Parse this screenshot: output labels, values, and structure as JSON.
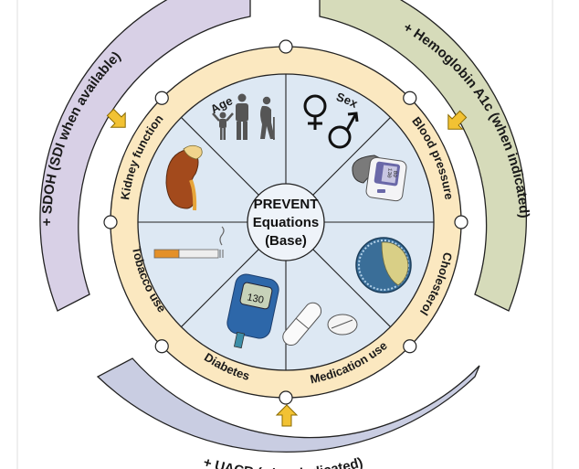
{
  "diagram": {
    "center": {
      "lines": [
        "PREVENT",
        "Equations",
        "(Base)"
      ]
    },
    "inner_ring_labels": [
      "Age",
      "Sex",
      "Blood pressure",
      "Cholesterol",
      "Medication use",
      "Diabetes",
      "Tobacco use",
      "Kidney function"
    ],
    "outer_extensions": [
      {
        "label": "+ SDOH (SDI when available)",
        "color": "#d8d0e6"
      },
      {
        "label": "+ Hemoglobin A1c (when indicated)",
        "color": "#d6dbba"
      },
      {
        "label": "+ UACR (when indicated)",
        "color": "#c9cde2"
      }
    ],
    "icons": {
      "age": "people-age-icon",
      "sex": "gender-symbols-icon",
      "blood_pressure": "bp-monitor-icon",
      "cholesterol": "lipoprotein-icon",
      "medication": "pills-icon",
      "diabetes": "glucose-meter-icon",
      "tobacco": "cigarette-icon",
      "kidney": "kidney-icon"
    },
    "readouts": {
      "bp_systolic": "130",
      "bp_diastolic": "80",
      "glucose": "130"
    },
    "colors": {
      "wedge_fill": "#dde8f3",
      "ring_fill": "#fbe8c0",
      "arrow_fill": "#f2c233",
      "outline": "#222222"
    }
  }
}
